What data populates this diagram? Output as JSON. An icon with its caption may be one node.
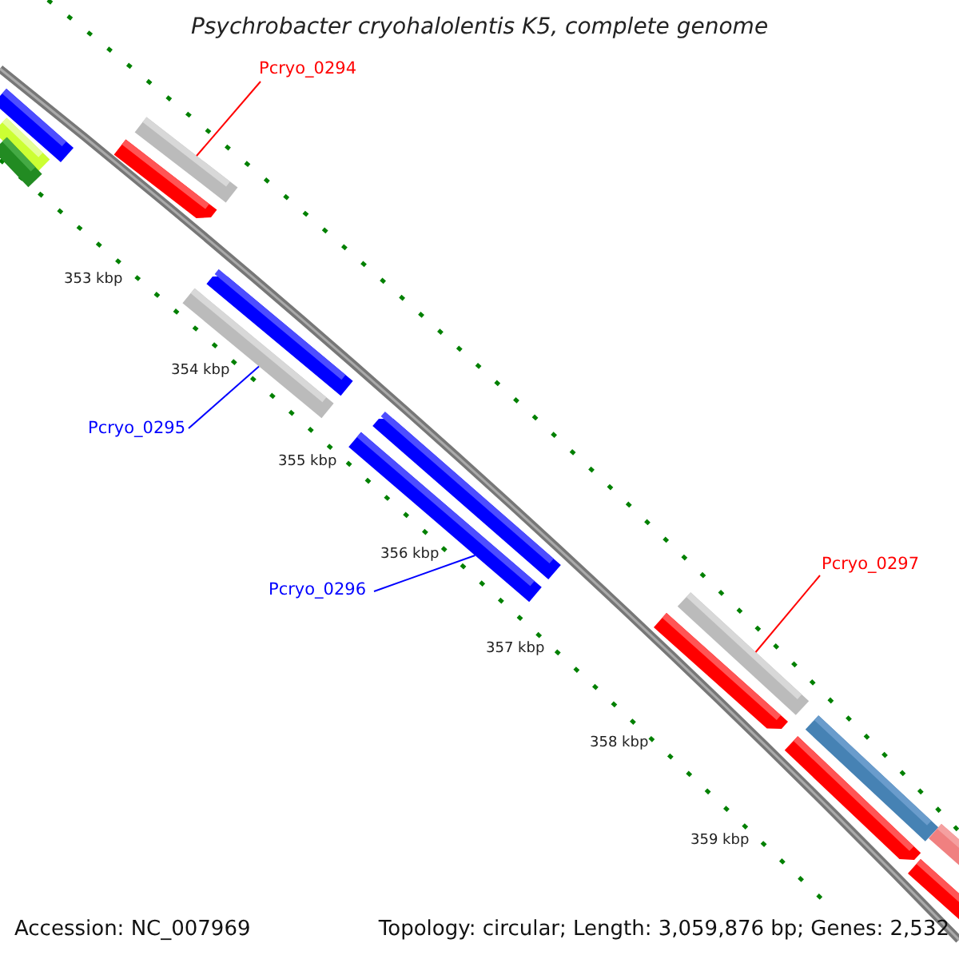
{
  "diagram": {
    "title": "Psychrobacter cryohalolentis K5, complete genome",
    "nodes": [
      {
        "text": [
          "Pcryo_0294"
        ]
      },
      {
        "text": [],
        "shape": "bar"
      },
      {
        "text": [
          "Pcryo_0295"
        ]
      },
      {
        "text": [],
        "shape": "bar"
      },
      {
        "text": [
          "Pcryo_0296"
        ]
      },
      {
        "text": [],
        "shape": "bar"
      },
      {
        "text": [
          "Pcryo_0297"
        ]
      },
      {
        "text": [],
        "shape": "bar"
      }
    ],
    "edges": [
      {
        "from": 0,
        "to": 1,
        "arrow": "none",
        "color": "#ff0000"
      },
      {
        "from": 2,
        "to": 3,
        "arrow": "none",
        "color": "#0000ff"
      },
      {
        "from": 4,
        "to": 5,
        "arrow": "none",
        "color": "#0000ff"
      },
      {
        "from": 6,
        "to": 7,
        "arrow": "none",
        "color": "#ff0000"
      }
    ],
    "labels": [
      "353 kbp",
      "354 kbp",
      "355 kbp",
      "356 kbp",
      "357 kbp",
      "358 kbp",
      "359 kbp",
      "Accession: NC_007969",
      "Topology: circular; Length: 3,059,876 bp; Genes: 2,532"
    ]
  }
}
